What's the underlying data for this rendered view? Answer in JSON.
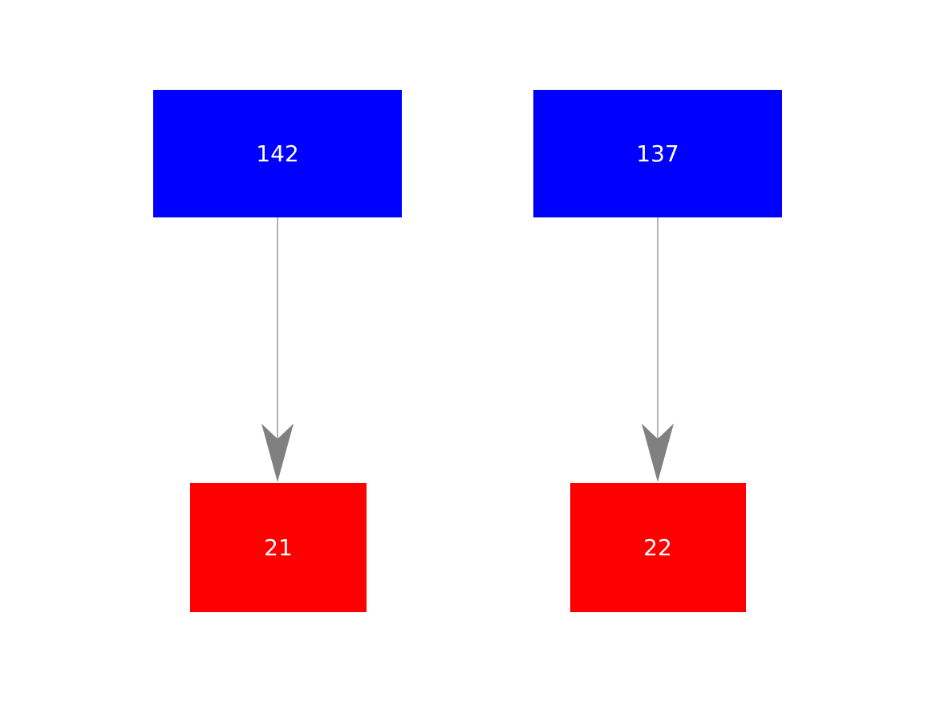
{
  "diagram": {
    "title": "",
    "background_color": "#ffffff",
    "colors": {
      "source_node": "#0000ff",
      "target_node": "#ff0000",
      "arrow": "#808080",
      "label_text": "#ffffff"
    },
    "nodes": [
      {
        "id": "source-1",
        "label": "142",
        "role": "source",
        "color_key": "source_node"
      },
      {
        "id": "source-2",
        "label": "137",
        "role": "source",
        "color_key": "source_node"
      },
      {
        "id": "target-1",
        "label": "21",
        "role": "target",
        "color_key": "target_node"
      },
      {
        "id": "target-2",
        "label": "22",
        "role": "target",
        "color_key": "target_node"
      }
    ],
    "edges": [
      {
        "from": "142",
        "to": "21",
        "style": "arrow-down"
      },
      {
        "from": "137",
        "to": "22",
        "style": "arrow-down"
      }
    ]
  }
}
